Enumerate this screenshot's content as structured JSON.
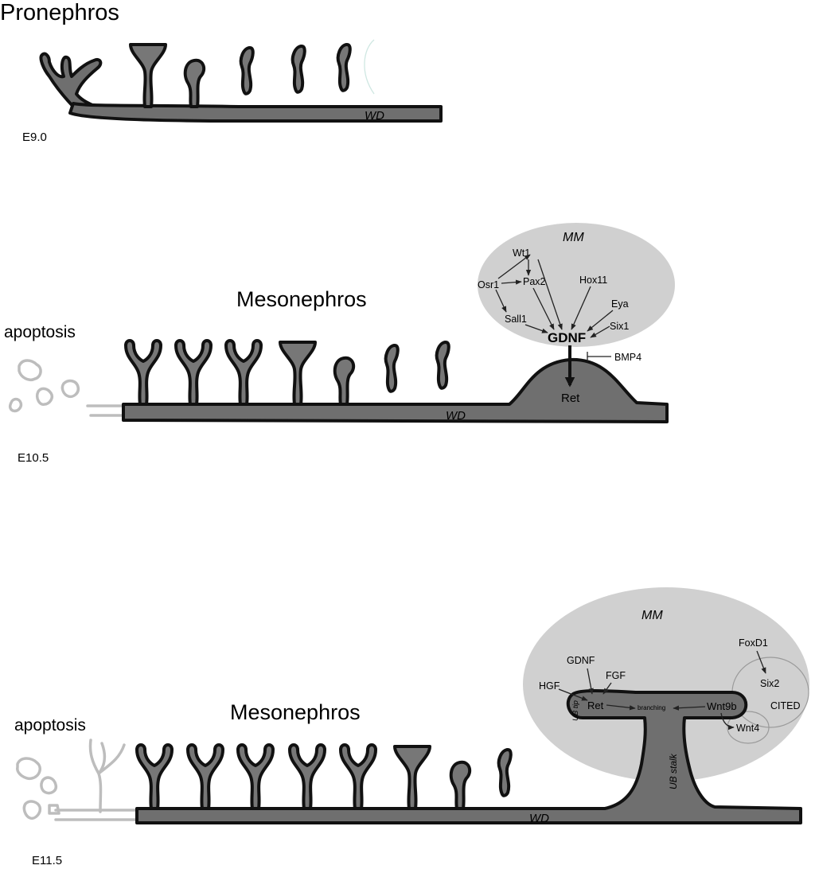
{
  "panels": {
    "top": {
      "title": "Pronephros",
      "stage": "E9.0",
      "duct_label": "WD"
    },
    "middle": {
      "title": "Mesonephros",
      "stage": "E10.5",
      "apoptosis": "apoptosis",
      "duct_label": "WD",
      "mm_label": "MM",
      "genes": {
        "wt1": "Wt1",
        "osr1": "Osr1",
        "pax2": "Pax2",
        "hox11": "Hox11",
        "eya": "Eya",
        "sall1": "Sall1",
        "six1": "Six1",
        "gdnf": "GDNF",
        "bmp4": "BMP4",
        "ret": "Ret"
      }
    },
    "bottom": {
      "title": "Mesonephros",
      "stage": "E11.5",
      "apoptosis": "apoptosis",
      "duct_label": "WD",
      "mm_label": "MM",
      "genes": {
        "foxd1": "FoxD1",
        "gdnf": "GDNF",
        "fgf": "FGF",
        "hgf": "HGF",
        "ret": "Ret",
        "six2": "Six2",
        "cited": "CITED",
        "branching": "branching",
        "wnt9b": "Wnt9b",
        "wnt4": "Wnt4",
        "ub_tip": "UB tip",
        "ub_stalk": "UB stalk"
      }
    }
  },
  "colors": {
    "tubule_fill": "#777777",
    "duct_fill": "#6f6f6f",
    "outline": "#111111",
    "mm_fill": "#d0d0d0",
    "ghost_outline": "#bdbdbd"
  }
}
